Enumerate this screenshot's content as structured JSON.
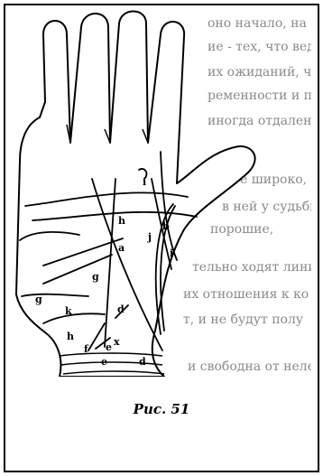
{
  "figure": {
    "caption": "Рис. 51",
    "line_labels": {
      "a": "a",
      "b": "b",
      "d1": "d",
      "d2": "d",
      "e1": "e",
      "e2": "e",
      "f": "f",
      "g1": "g",
      "g2": "g",
      "h1": "h",
      "h2": "h",
      "i1": "i",
      "i2": "i",
      "j": "j",
      "k": "k",
      "x": "x"
    }
  },
  "background_text": {
    "lines": [
      "оно начало, на поверх",
      "ие - тех, что ведут",
      "их ожиданий, часто на",
      "ременности и поступают",
      "иногда отдаленные сл",
      "е широко, будут ли",
      "в ней у судьбы ставка",
      "порошие,",
      "тельно ходят линии",
      "их отношения к ко",
      "т, и не будут полу",
      "и свободна от неле"
    ]
  },
  "colors": {
    "ink": "#000000",
    "bleed_text": "#8a8a8a",
    "paper": "#ffffff"
  }
}
